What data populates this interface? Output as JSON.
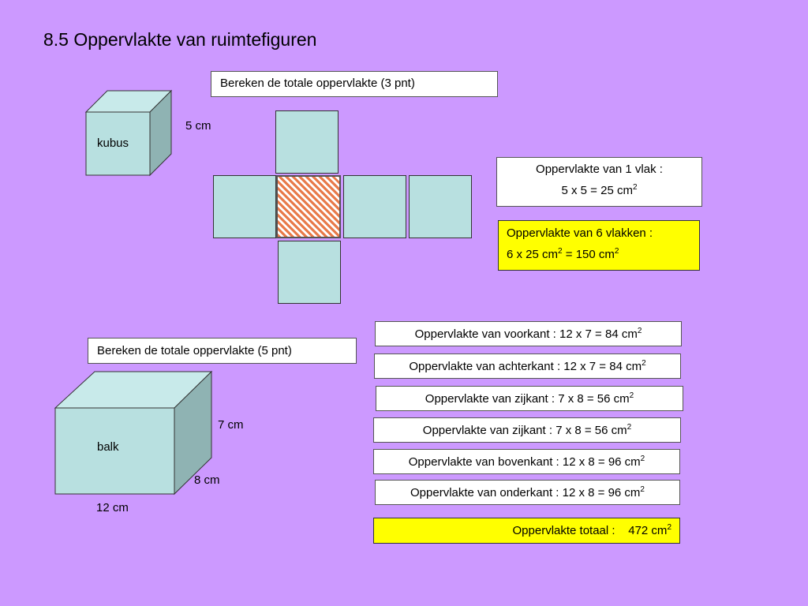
{
  "slide": {
    "title": "8.5 Oppervlakte van ruimtefiguren"
  },
  "kubus": {
    "task": "Bereken de totale oppervlakte  (3 pnt)",
    "label": "kubus",
    "dimension": "5 cm",
    "area_one_face_line1": "Oppervlakte van  1 vlak :",
    "area_one_face_line2": "5 x 5 = 25 cm",
    "area_six_faces_line1": "Oppervlakte van  6 vlakken :",
    "area_six_faces_line2a": "6 x 25 cm",
    "area_six_faces_line2b": " = 150 cm",
    "sup": "2"
  },
  "balk": {
    "task": "Bereken de totale oppervlakte  (5 pnt)",
    "label": "balk",
    "height": "7 cm",
    "depth": "8 cm",
    "width": "12 cm",
    "faces": [
      "Oppervlakte van  voorkant : 12 x 7 = 84 cm",
      "Oppervlakte van  achterkant : 12 x 7 = 84 cm",
      "Oppervlakte van  zijkant : 7 x 8 = 56 cm",
      "Oppervlakte van  zijkant : 7 x 8 = 56 cm",
      "Oppervlakte van  bovenkant : 12 x 8 = 96 cm",
      "Oppervlakte van  onderkant : 12 x 8 = 96 cm"
    ],
    "total": "Oppervlakte totaal :    472 cm",
    "sup": "2"
  },
  "colors": {
    "background": "#cc99ff",
    "face": "#b8e0e0",
    "highlight": "#ffff00",
    "hatch": "#e87a4a"
  }
}
